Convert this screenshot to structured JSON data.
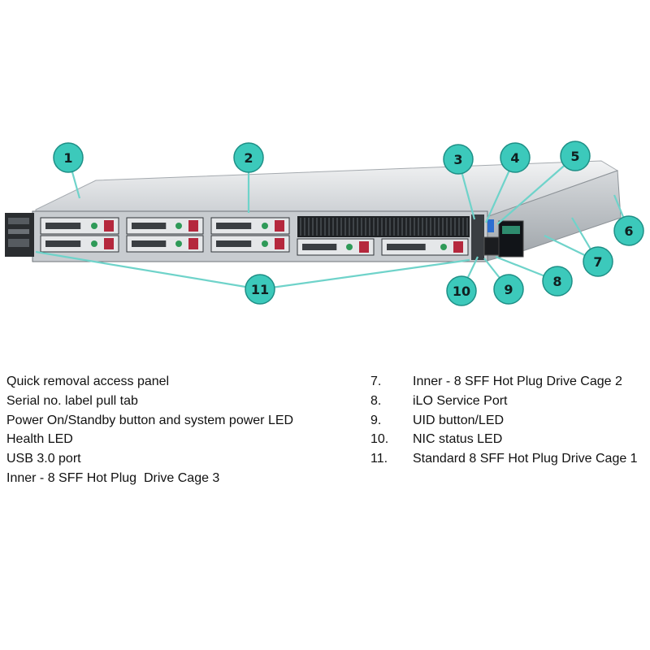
{
  "callouts": [
    "1",
    "2",
    "3",
    "4",
    "5",
    "6",
    "7",
    "8",
    "9",
    "10",
    "11"
  ],
  "legend_left": [
    {
      "label": "Quick removal access panel"
    },
    {
      "label": "Serial no. label pull tab"
    },
    {
      "label": "Power On/Standby button and system power LED"
    },
    {
      "label": "Health LED"
    },
    {
      "label": "USB 3.0 port"
    },
    {
      "label": "Inner - 8 SFF Hot Plug  Drive Cage 3"
    }
  ],
  "legend_right": [
    {
      "num": "7.",
      "label": "Inner - 8 SFF Hot Plug Drive Cage 2"
    },
    {
      "num": "8.",
      "label": "iLO Service Port"
    },
    {
      "num": "9.",
      "label": "UID button/LED"
    },
    {
      "num": "10.",
      "label": "NIC status LED"
    },
    {
      "num": "11.",
      "label": "Standard 8 SFF Hot Plug Drive Cage 1"
    }
  ],
  "colors": {
    "callout_fill": "#3cc9bb",
    "callout_stroke": "#1e8f86",
    "leader_line": "#6fd3ca",
    "chassis": "#d9dcdf",
    "drive_latch": "#b5283d"
  }
}
